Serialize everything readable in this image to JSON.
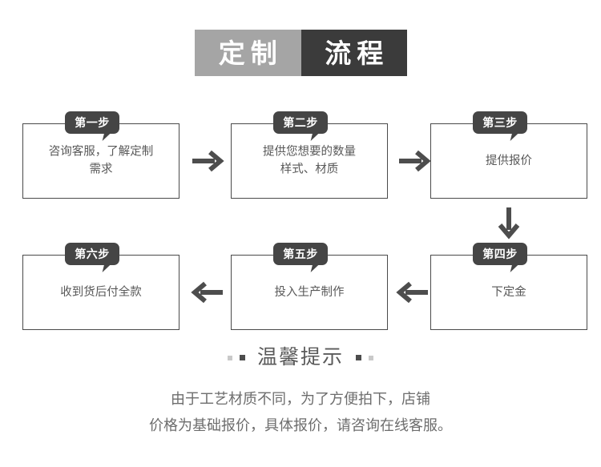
{
  "banner": {
    "left_text": "定制",
    "right_text": "流程",
    "left_bg": "#a5a5a5",
    "right_bg": "#3b3b3b",
    "text_color": "#ffffff"
  },
  "flow": {
    "steps": [
      {
        "badge": "第一步",
        "text": "咨询客服，了解定制\n需求"
      },
      {
        "badge": "第二步",
        "text": "提供您想要的数量\n样式、材质"
      },
      {
        "badge": "第三步",
        "text": "提供报价"
      },
      {
        "badge": "第四步",
        "text": "下定金"
      },
      {
        "badge": "第五步",
        "text": "投入生产制作"
      },
      {
        "badge": "第六步",
        "text": "收到货后付全款"
      }
    ],
    "arrows": [
      {
        "name": "arrow-step1-to-step2",
        "direction": "right"
      },
      {
        "name": "arrow-step2-to-step3",
        "direction": "right"
      },
      {
        "name": "arrow-step3-to-step4",
        "direction": "down"
      },
      {
        "name": "arrow-step4-to-step5",
        "direction": "left"
      },
      {
        "name": "arrow-step5-to-step6",
        "direction": "left"
      }
    ],
    "box_border_color": "#4a4a4a",
    "badge_color": "#454545",
    "text_color": "#595959"
  },
  "tips": {
    "title": "温馨提示",
    "note_line_1": "由于工艺材质不同，为了方便拍下，店铺",
    "note_line_2": "价格为基础报价，具体报价，请咨询在线客服。",
    "dot_light_color": "#c9c9c9",
    "dot_dark_color": "#4d4d4d",
    "text_color": "#6d6d6d"
  }
}
